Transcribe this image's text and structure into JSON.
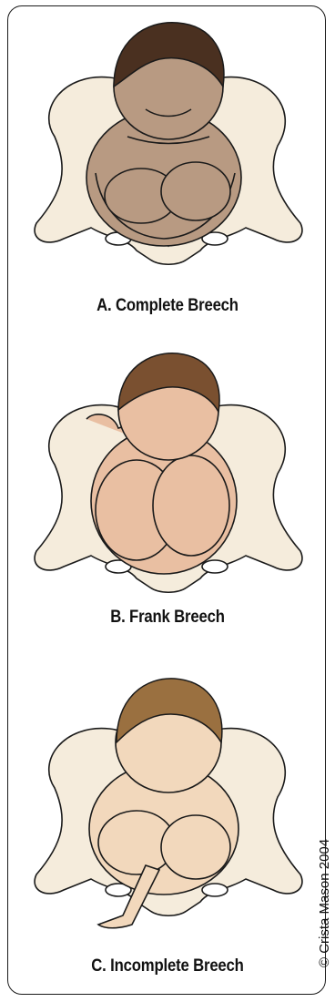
{
  "panels": [
    {
      "caption": "A. Complete Breech",
      "hair_color": "#4a3020",
      "skin_color": "#b89a82",
      "pelvis_color": "#f5ecdc"
    },
    {
      "caption": "B. Frank Breech",
      "hair_color": "#7a5030",
      "skin_color": "#e9bfa2",
      "pelvis_color": "#f5ecdc"
    },
    {
      "caption": "C. Incomplete Breech",
      "hair_color": "#9a7040",
      "skin_color": "#f2d8bc",
      "pelvis_color": "#f5ecdc"
    }
  ],
  "credit": "© Crista Mason 2004"
}
